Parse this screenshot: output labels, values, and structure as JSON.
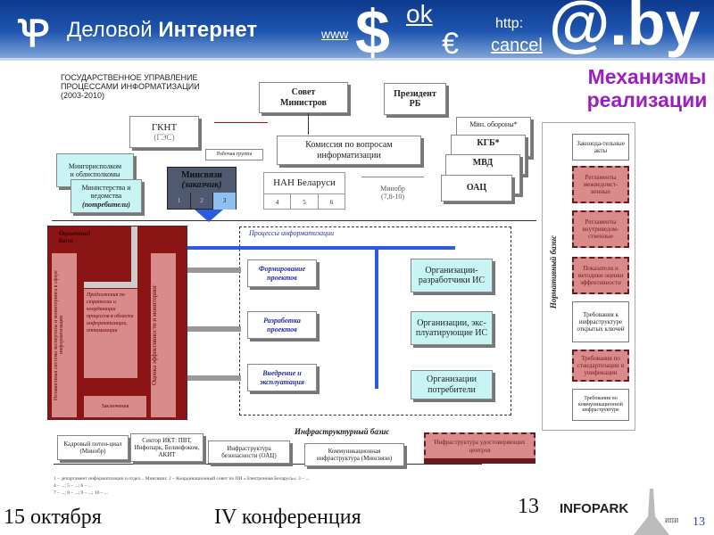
{
  "header": {
    "brand_light": "Деловой",
    "brand_bold": "Интернет",
    "decor": [
      "www",
      "$",
      "ok",
      "http:",
      "€",
      "cancel",
      "@.by"
    ]
  },
  "slide_title": [
    "Механизмы",
    "реализации"
  ],
  "diagram": {
    "heading": [
      "ГОСУДАРСТВЕННОЕ УПРАВЛЕНИЕ",
      "ПРОЦЕССАМИ ИНФОРМАТИЗАЦИИ",
      "(2003-2010)"
    ],
    "sovmin": [
      "Совет",
      "Министров"
    ],
    "president": [
      "Президент",
      "РБ"
    ],
    "gknt": [
      "ГКНТ",
      "(ГЭС)"
    ],
    "commission": [
      "Комиссия по вопросам",
      "информатизации"
    ],
    "working_group": "Рабочая группа",
    "mingor": [
      "Мингорисполком",
      "и облисполкомы"
    ],
    "ministries": [
      "Министерства и",
      "ведомства",
      "(потребители)"
    ],
    "minsvyazi": [
      "Минсвязи",
      "(заказчик)"
    ],
    "minsvyazi_cells": [
      "1",
      "2",
      "3"
    ],
    "nan": "НАН Беларуси",
    "nan_cells": [
      "4",
      "5",
      "6"
    ],
    "minobr": [
      "Минобр",
      "(7,8-10)"
    ],
    "stack": [
      "Мин. обороны*",
      "КГБ*",
      "МВД",
      "ОАЦ"
    ],
    "normative_label": "Нормативный базис",
    "normative": [
      {
        "text": "Законода-тельные акты",
        "style": "white"
      },
      {
        "text": "Регламенты межведомст-венные",
        "style": "pink"
      },
      {
        "text": "Регламенты внутриведом-ственные",
        "style": "pink"
      },
      {
        "text": "Показатели и методики оценки эффективности",
        "style": "pink"
      },
      {
        "text": "Требования к инфраструктуре открытых ключей",
        "style": "white"
      },
      {
        "text": "Требования по стандартизации и унификации",
        "style": "pink"
      },
      {
        "text": "Требования по коммуникационной инфраструктуре",
        "style": "white"
      }
    ],
    "eval_label": "Оценочный базис",
    "eval_left": "Независимая система экспертизы и мониторинга в сфере информатизации",
    "eval_center": "Предложения по стратегии и координации процессов в области информатизации, оптимизации",
    "eval_right": "Оценка эффективности и мониторинг",
    "eval_bottom": "Заключения",
    "process_label": "Процессы информатизации",
    "processes": [
      [
        "Формирование",
        "проектов"
      ],
      [
        "Разработка",
        "проектов"
      ],
      [
        "Внедрение и",
        "эксплуатация"
      ]
    ],
    "orgs": [
      [
        "Организации-",
        "разработчики ИС"
      ],
      [
        "Организации, экс-",
        "плуатирующие ИС"
      ],
      [
        "Организации",
        "потребители"
      ]
    ],
    "infra_label": "Инфраструктурный базис",
    "infra": [
      "Кадровый потен-циал (Минобр)",
      "Сектор ИКТ: ПВТ, Инфопарк, Белинфоком, АКИТ",
      "Инфраструктура безопасности (ОАЦ)",
      "Коммуникационная инфраструктура (Минсвязи)",
      "Инфраструктура удостоверяющих центров"
    ],
    "notes": [
      "1 – департамент информатизации и отдел... Минсвязи; 2 – Координационный совет по ПИ «Электронная Беларусь»; 3 – ...",
      "4 – ...; 5 – ...; 6 – ...",
      "7 – ...; 8 – ...; 9 – ...; 10 – ..."
    ]
  },
  "footer": {
    "date": "15 октября",
    "event": "IV  конференция",
    "slide_number": "13",
    "logo": "INFOPARK",
    "logo2": "ИПИ",
    "page": "13"
  },
  "colors": {
    "title": "#9b1fbf",
    "header": "#1f56b0",
    "eval": "#8b1414",
    "process_blue": "#2c5be0",
    "cyan": "#c8f4f4"
  }
}
